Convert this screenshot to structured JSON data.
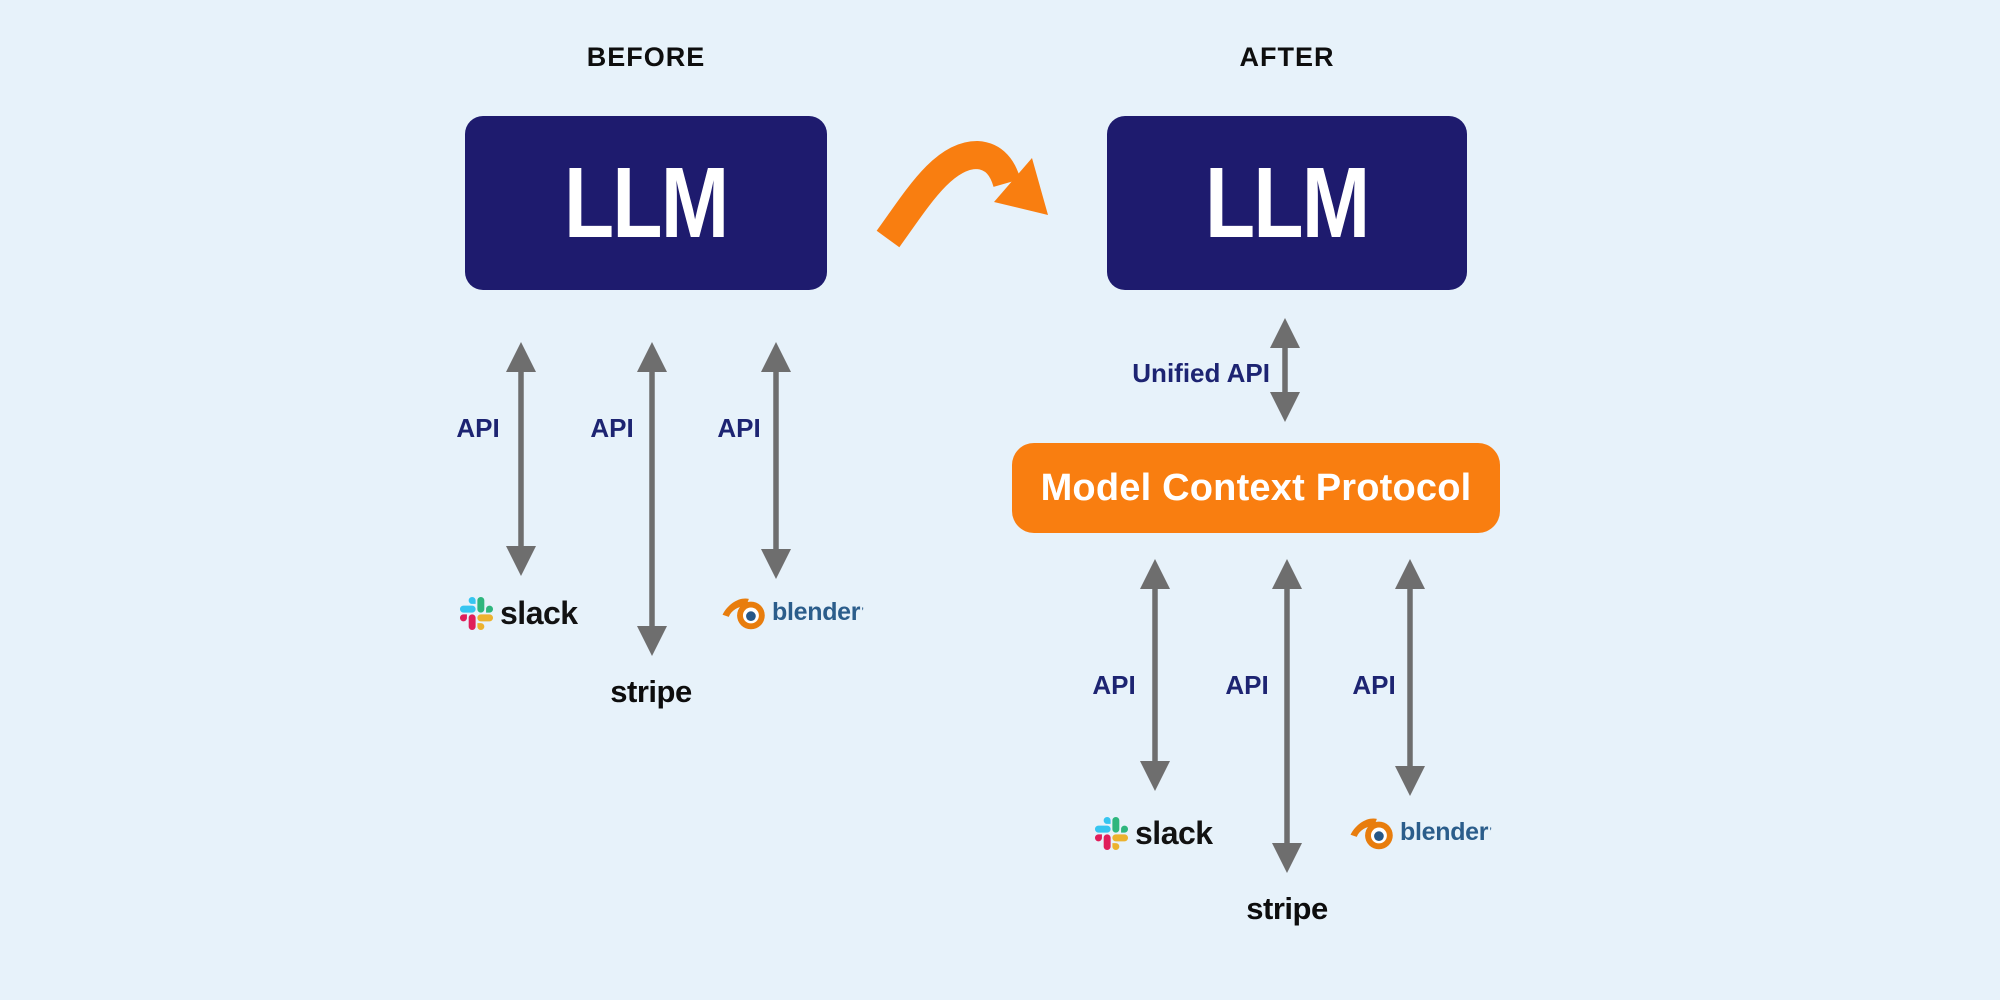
{
  "before": {
    "title": "BEFORE",
    "llm_label": "LLM",
    "api_labels": [
      "API",
      "API",
      "API"
    ]
  },
  "after": {
    "title": "AFTER",
    "llm_label": "LLM",
    "unified_api_label": "Unified API",
    "mcp_label": "Model Context Protocol",
    "api_labels": [
      "API",
      "API",
      "API"
    ]
  },
  "services": {
    "slack": {
      "label": "slack"
    },
    "stripe": {
      "label": "stripe"
    },
    "blender": {
      "label": "blender",
      "trademark_mark": "’"
    }
  },
  "icons": {
    "slack": "slack-logo-icon",
    "blender": "blender-logo-icon",
    "transform": "curved-transform-arrow-icon",
    "connection": "double-headed-arrow-icon"
  },
  "colors": {
    "background": "#E7F2FA",
    "llm_box_navy": "#1E1B6E",
    "mcp_orange": "#F97E10",
    "arrow_gray": "#6E6E6E",
    "api_text_navy": "#1D2472",
    "title_black": "#0E0E0E",
    "box_text_white": "#FFFFFF",
    "blender_text_blue": "#2B5D8B",
    "slack_blue": "#36C5F0",
    "slack_green": "#2EB67D",
    "slack_red": "#E01E5A",
    "slack_yellow": "#ECB22E",
    "blender_icon_orange": "#E87D0D",
    "blender_icon_navy": "#265787"
  }
}
